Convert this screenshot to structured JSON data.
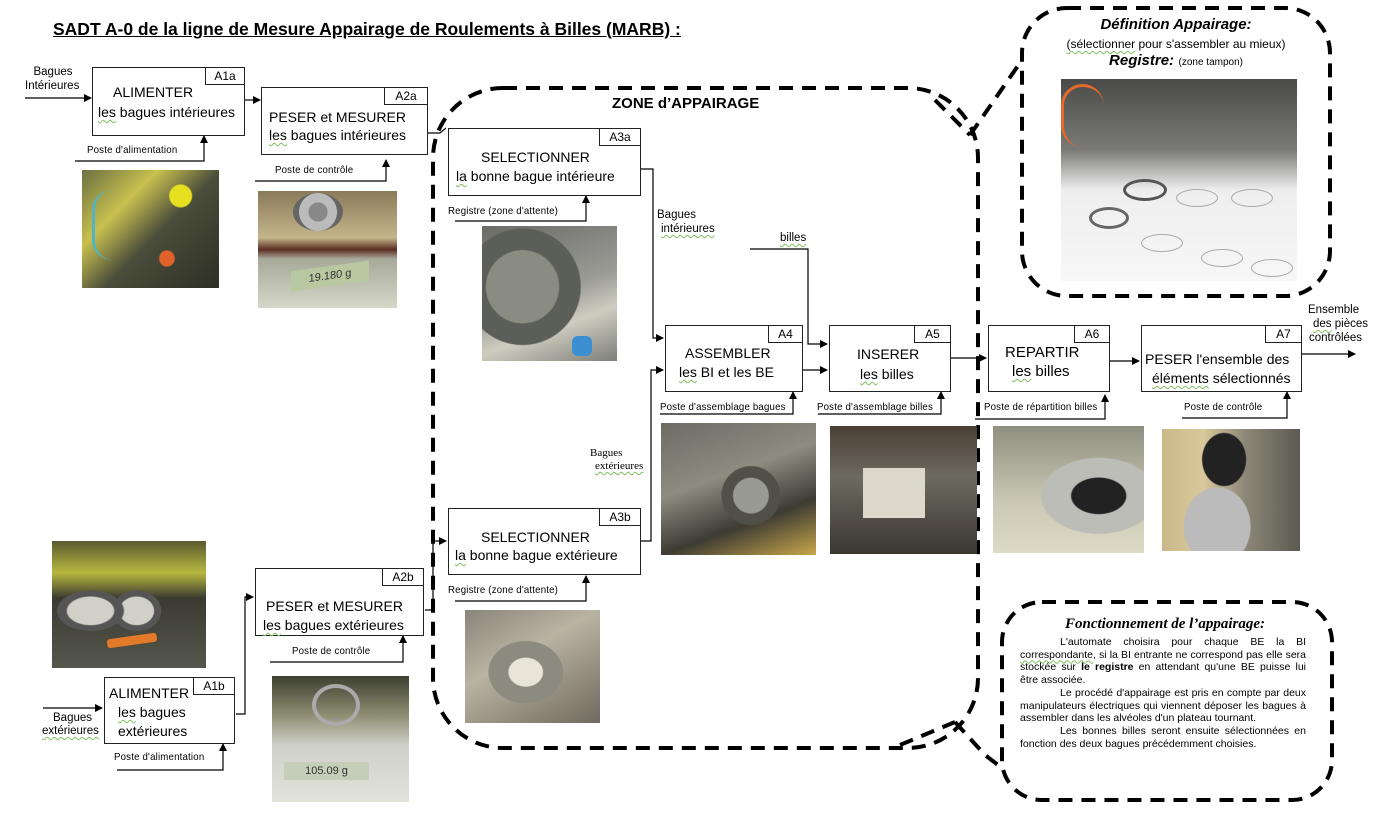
{
  "title": "SADT A-0 de la ligne de Mesure Appairage de Roulements à Billes (MARB) :",
  "zone": {
    "title": "ZONE d’APPAIRAGE"
  },
  "boxes": {
    "A1a": {
      "id": "A1a",
      "line1": "ALIMENTER",
      "line2_sq": "les",
      "line2": " bagues intérieures",
      "control": "Poste  d'alimentation"
    },
    "A2a": {
      "id": "A2a",
      "line1": "PESER et MESURER",
      "line2_sq": "les",
      "line2": " bagues intérieures",
      "control": "Poste  de  contrôle"
    },
    "A3a": {
      "id": "A3a",
      "line1": "SELECTIONNER",
      "line2_sq": "la",
      "line2": " bonne bague intérieure",
      "control": "Registre  (zone  d'attente)"
    },
    "A1b": {
      "id": "A1b",
      "line1": "ALIMENTER",
      "line2_sq": "les",
      "line2": " bagues",
      "line3": "extérieures",
      "control": "Poste  d'alimentation"
    },
    "A2b": {
      "id": "A2b",
      "line1": "PESER et MESURER",
      "line2_sq": "les",
      "line2": " bagues extérieures",
      "control": "Poste  de  contrôle"
    },
    "A3b": {
      "id": "A3b",
      "line1": "SELECTIONNER",
      "line2_sq": "la",
      "line2": " bonne bague extérieure",
      "control": "Registre  (zone  d'attente)"
    },
    "A4": {
      "id": "A4",
      "line1": "ASSEMBLER",
      "line2_sq": "les",
      "line2": " BI  et les BE",
      "control": "Poste  d'assemblage   bagues"
    },
    "A5": {
      "id": "A5",
      "line1": "INSERER",
      "line2_sq": "les",
      "line2": " billes",
      "control": "Poste  d'assemblage   billes"
    },
    "A6": {
      "id": "A6",
      "line1": "REPARTIR",
      "line2_sq": "les",
      "line2": " billes",
      "control": "Poste  de  répartition   billes"
    },
    "A7": {
      "id": "A7",
      "line1": "PESER  l'ensemble des",
      "line2_sq": "éléments",
      "line2": " sélectionnés",
      "control": "Poste   de  contrôle"
    }
  },
  "flow_labels": {
    "input_bi": [
      "Bagues",
      "Intérieures"
    ],
    "input_be": [
      "Bagues",
      "extérieures"
    ],
    "bi_to_a4": [
      "Bagues",
      "intérieures"
    ],
    "be_to_a4": [
      "Bagues",
      "extérieures"
    ],
    "billes": "billes",
    "output": [
      "Ensemble",
      "des",
      " pièces",
      "contrôlées"
    ]
  },
  "definition": {
    "title": "Définition Appairage:",
    "subtitle_sq": "(sélectionner",
    "subtitle": " pour  s'assembler  au mieux)",
    "registre_title": "Registre:",
    "registre_note": "(zone  tampon)"
  },
  "fonctionnement": {
    "title": "Fonctionnement de l’appairage:",
    "p1_a": "L'automate choisira pour  chaque BE la BI ",
    "p1_sq": "correspondante",
    "p1_b": ", si la BI entrante ne correspond pas elle sera stockée sur ",
    "p1_bold": "le registre",
    "p1_c": " en attendant qu'une  BE puisse lui être associée.",
    "p2": "Le procédé d'appairage est pris en compte par deux manipulateurs électriques qui viennent déposer les bagues à assembler dans les alvéoles d'un  plateau tournant.",
    "p3": "Les bonnes billes seront ensuite sélectionnées en fonction des deux bagues précédemment choisies."
  },
  "photos": {
    "a1a": "photo-feeding-station-inner",
    "a2a": "photo-scale-inner",
    "a2a_readout": "19.180 g",
    "a3a": "photo-register-inner",
    "a1b": "photo-feeding-station-outer",
    "a2b": "photo-scale-outer",
    "a2b_readout": "105.09 g",
    "a3b": "photo-register-outer",
    "a4": "photo-ring-assembly",
    "a5": "photo-ball-insertion",
    "a6": "photo-ball-distribution",
    "a7": "photo-final-weighing",
    "def": "photo-buffer-register"
  }
}
